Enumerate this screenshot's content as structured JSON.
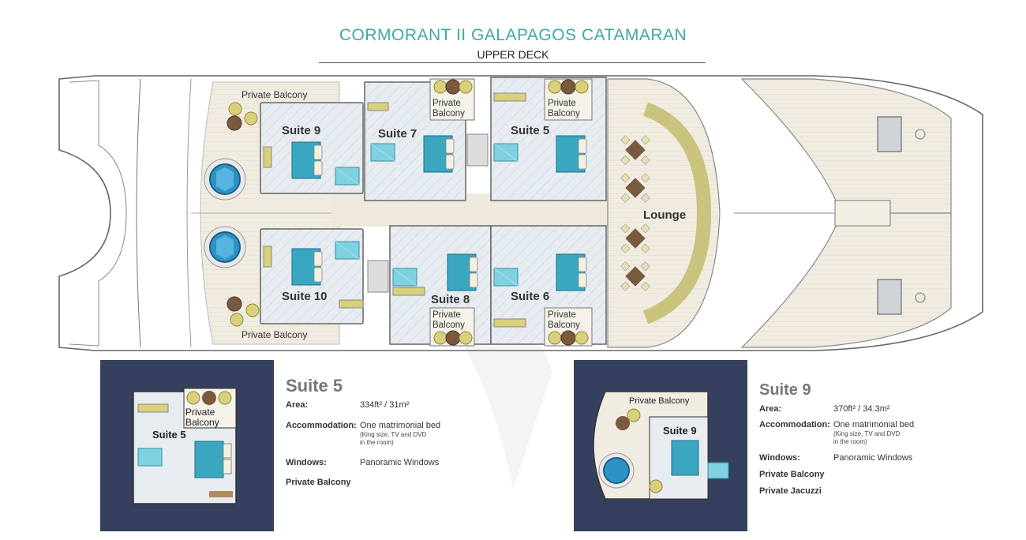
{
  "header": {
    "title": "CORMORANT II GALAPAGOS CATAMARAN",
    "subtitle": "UPPER DECK"
  },
  "plan": {
    "balconies": [
      "Private Balcony",
      "Private Balcony"
    ],
    "stacked_balcony": [
      "Private",
      "Balcony"
    ],
    "suites": [
      "Suite 9",
      "Suite 7",
      "Suite 5",
      "Suite 10",
      "Suite 8",
      "Suite 6"
    ],
    "lounge": "Lounge"
  },
  "detail_left": {
    "thumb_suite": "Suite 5",
    "thumb_balcony_1": "Private",
    "thumb_balcony_2": "Balcony",
    "name": "Suite 5",
    "area_label": "Area:",
    "area_value": "334ft² / 31m²",
    "accom_label": "Accommodation:",
    "accom_value": "One matrimonial bed",
    "accom_note_1": "(King size, TV and DVD",
    "accom_note_2": "in the room)",
    "windows_label": "Windows:",
    "windows_value": "Panoramic Windows",
    "extra_1": "Private Balcony"
  },
  "detail_right": {
    "thumb_suite": "Suite 9",
    "thumb_balcony": "Private Balcony",
    "name": "Suite 9",
    "area_label": "Area:",
    "area_value": "370ft² / 34.3m²",
    "accom_label": "Accommodation:",
    "accom_value": "One matrimonial bed",
    "accom_note_1": "(King size, TV and DVD",
    "accom_note_2": "in the room)",
    "windows_label": "Windows:",
    "windows_value": "Panoramic Windows",
    "extra_1": "Private Balcony",
    "extra_2": "Private Jacuzzi"
  },
  "colors": {
    "title": "#3fa9a0",
    "bed": "#3aa6c0",
    "deck": "#efe9dc",
    "panel": "#34405e"
  }
}
